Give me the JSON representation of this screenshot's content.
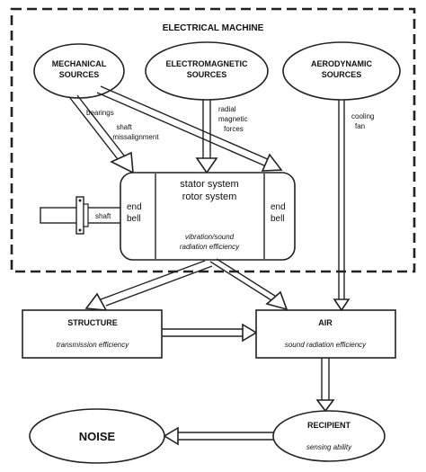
{
  "machine_label": "ELECTRICAL MACHINE",
  "sources": {
    "mechanical": [
      "MECHANICAL",
      "SOURCES"
    ],
    "electromagnetic": [
      "ELECTROMAGNETIC",
      "SOURCES"
    ],
    "aerodynamic": [
      "AERODYNAMIC",
      "SOURCES"
    ]
  },
  "arrow_labels": {
    "bearings": "bearings",
    "shaft_misalignment": [
      "shaft",
      "missalignment"
    ],
    "radial_forces": [
      "radial",
      "magnetic",
      "forces"
    ],
    "cooling_fan": [
      "cooling",
      "fan"
    ]
  },
  "machine_box": {
    "stator": "stator system",
    "rotor": "rotor system",
    "end_bell_left": [
      "end",
      "bell"
    ],
    "end_bell_right": [
      "end",
      "bell"
    ],
    "vibration": [
      "vibration/sound",
      "radiation efficiency"
    ],
    "shaft": "shaft"
  },
  "structure": {
    "title": "STRUCTURE",
    "subtitle": "transmission efficiency"
  },
  "air": {
    "title": "AIR",
    "subtitle": "sound radiation efficiency"
  },
  "recipient": {
    "title": "RECIPIENT",
    "subtitle": "sensing ability"
  },
  "noise": {
    "title": "NOISE"
  }
}
